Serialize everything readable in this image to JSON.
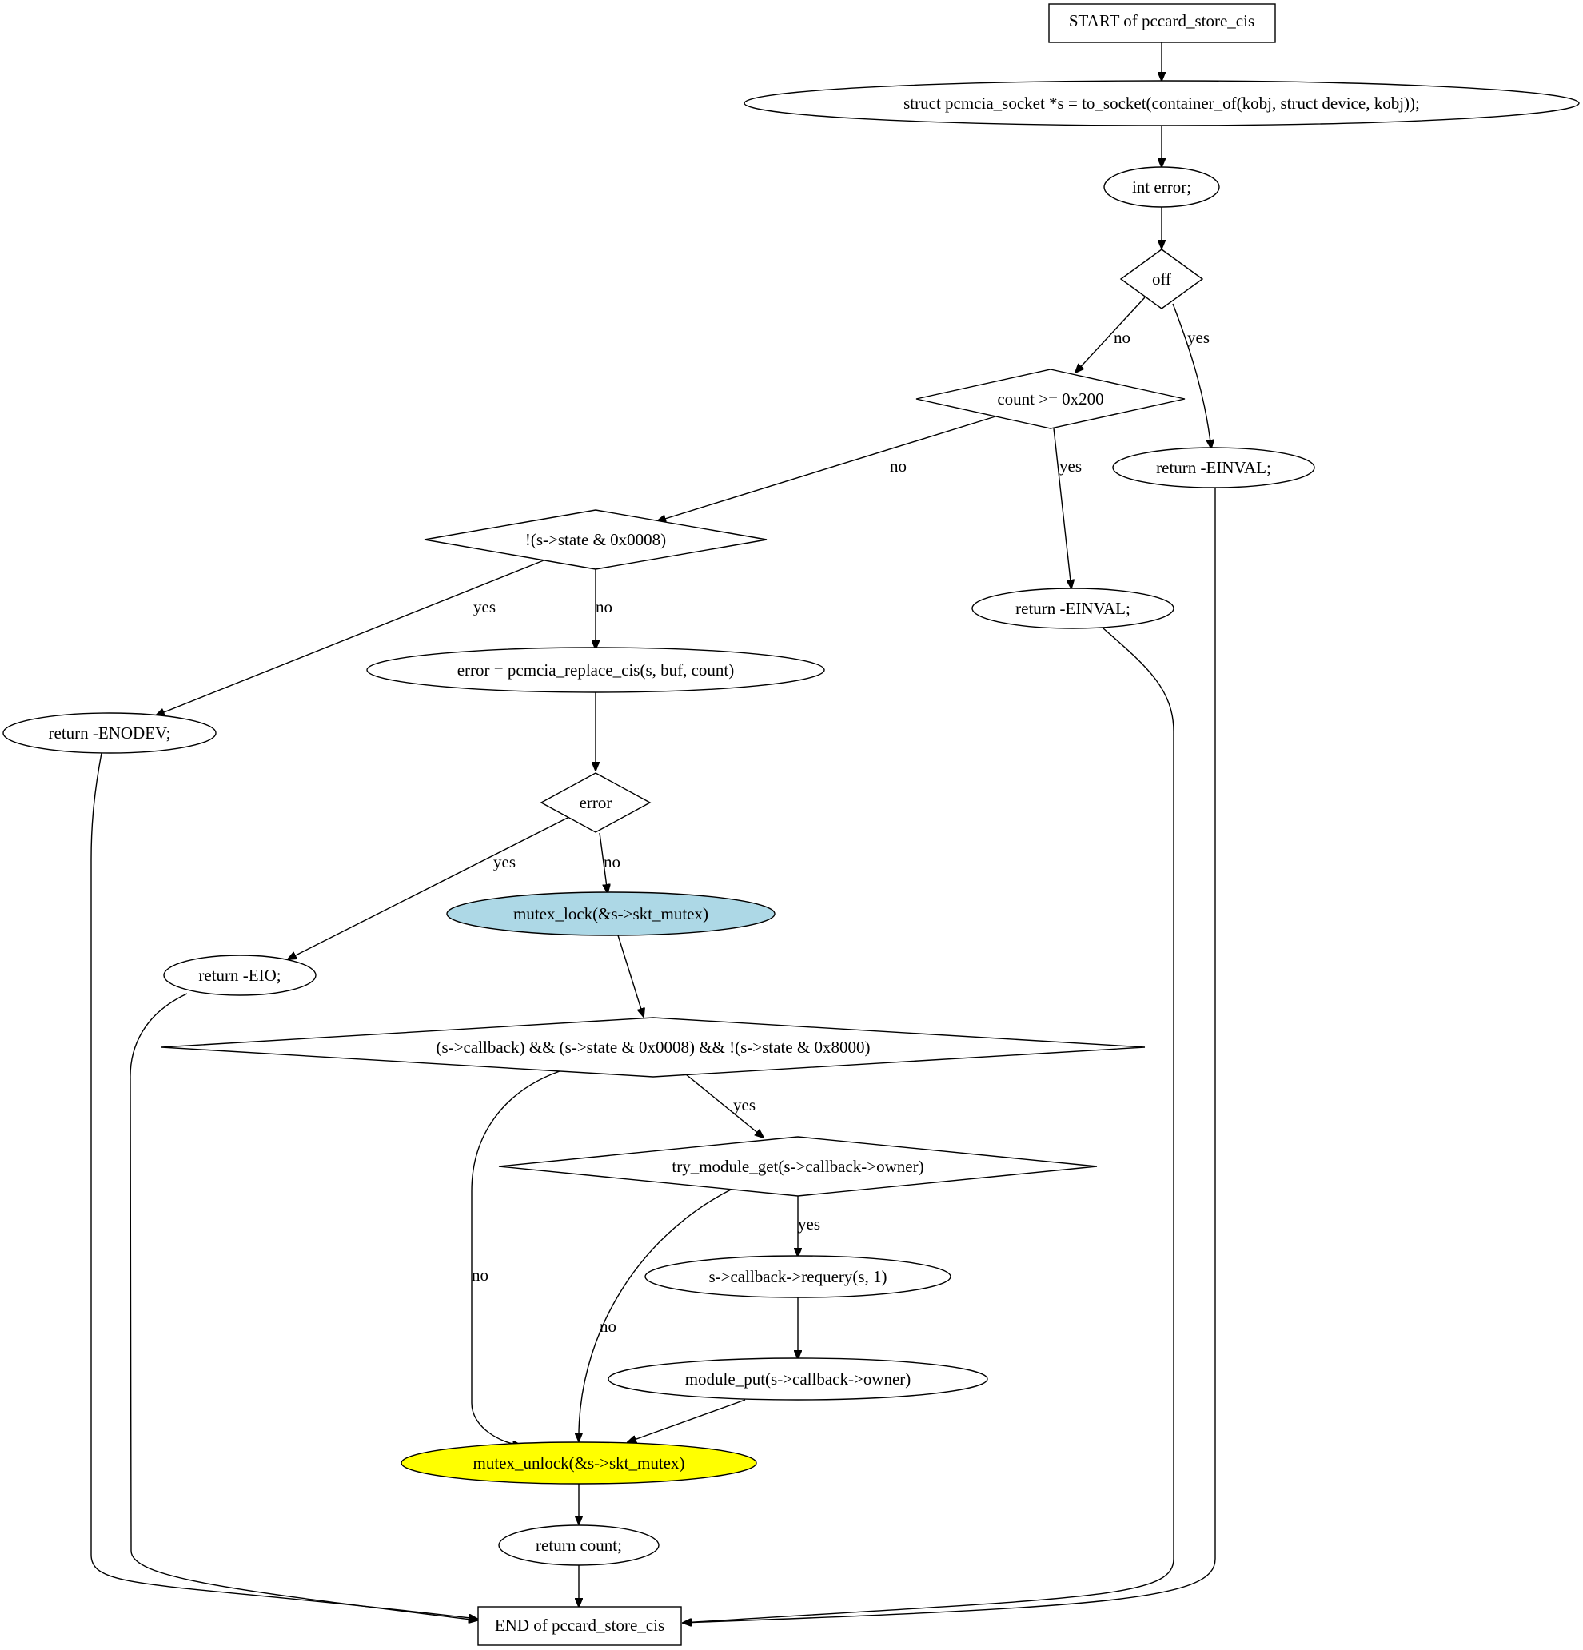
{
  "nodes": {
    "start": "START of pccard_store_cis",
    "decl_s": "struct pcmcia_socket *s = to_socket(container_of(kobj, struct device, kobj));",
    "decl_err": "int error;",
    "off": "off",
    "count_check": "count >= 0x200",
    "ret_einval_1": "return -EINVAL;",
    "state_check": "!(s->state & 0x0008)",
    "ret_einval_2": "return -EINVAL;",
    "replace_cis": "error = pcmcia_replace_cis(s, buf, count)",
    "ret_enodev": "return -ENODEV;",
    "error_check": "error",
    "mutex_lock": "mutex_lock(&s->skt_mutex)",
    "ret_eio": "return -EIO;",
    "callback_check": "(s->callback) && (s->state & 0x0008) && !(s->state & 0x8000)",
    "try_module": "try_module_get(s->callback->owner)",
    "requery": "s->callback->requery(s, 1)",
    "module_put": "module_put(s->callback->owner)",
    "mutex_unlock": "mutex_unlock(&s->skt_mutex)",
    "ret_count": "return count;",
    "end": "END of pccard_store_cis"
  },
  "edge_labels": {
    "off_no": "no",
    "off_yes": "yes",
    "count_no": "no",
    "count_yes": "yes",
    "state_yes": "yes",
    "state_no": "no",
    "error_yes": "yes",
    "error_no": "no",
    "callback_yes": "yes",
    "callback_no": "no",
    "try_yes": "yes",
    "try_no": "no"
  },
  "colors": {
    "mutex_lock_fill": "#add8e6",
    "mutex_unlock_fill": "#ffff00"
  }
}
